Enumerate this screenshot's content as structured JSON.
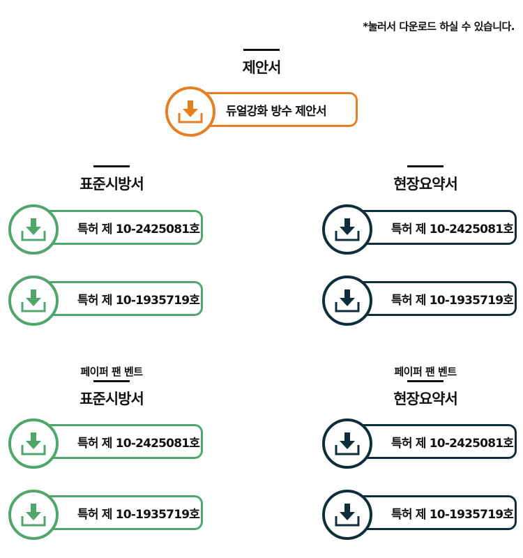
{
  "note": "*눌러서 다운로드 하실 수 있습니다.",
  "proposal": {
    "title": "제안서",
    "button": {
      "label": "듀얼강화 방수 제안서"
    }
  },
  "left_group1": {
    "title": "표준시방서",
    "buttons": [
      {
        "label": "특허 제 10-2425081호"
      },
      {
        "label": "특허 제 10-1935719호"
      }
    ]
  },
  "right_group1": {
    "title": "현장요약서",
    "buttons": [
      {
        "label": "특허 제 10-2425081호"
      },
      {
        "label": "특허 제 10-1935719호"
      }
    ]
  },
  "left_group2": {
    "subtitle": "페이퍼 팬 벤트",
    "title": "표준시방서",
    "buttons": [
      {
        "label": "특허 제 10-2425081호"
      },
      {
        "label": "특허 제 10-1935719호"
      }
    ]
  },
  "right_group2": {
    "subtitle": "페이퍼 팬 벤트",
    "title": "현장요약서",
    "buttons": [
      {
        "label": "특허 제 10-2425081호"
      },
      {
        "label": "특허 제 10-1935719호"
      }
    ]
  },
  "colors": {
    "orange": "#e67e22",
    "green": "#4fa56c",
    "navy": "#0f2e3c"
  }
}
